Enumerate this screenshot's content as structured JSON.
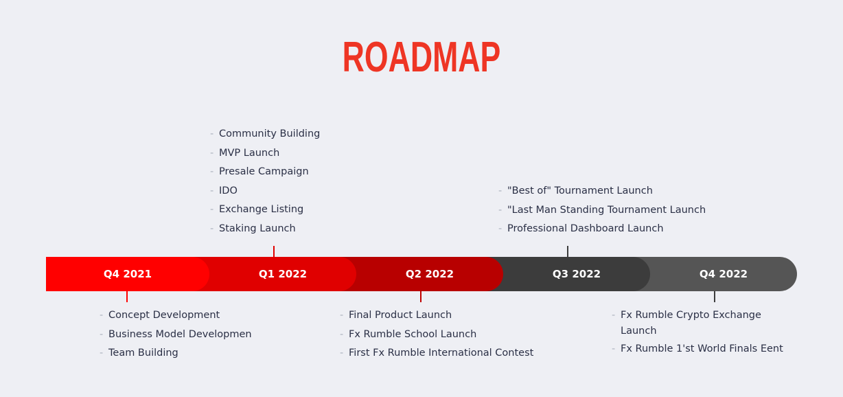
{
  "title": "ROADMAP",
  "colors": {
    "title": "#ee3524",
    "q4_2021": "#ff0000",
    "q1_2022": "#e00000",
    "q2_2022": "#b80000",
    "q3_2022": "#3c3c3c",
    "q4_2022": "#555555",
    "text": "#2a2f45",
    "background": "#eeeff4"
  },
  "phases": [
    {
      "label": "Q4 2021",
      "items": [
        "Concept Development",
        "Business Model Developmen",
        "Team Building"
      ]
    },
    {
      "label": "Q1 2022",
      "items": [
        "Community Building",
        "MVP Launch",
        "Presale Campaign",
        "IDO",
        "Exchange Listing",
        "Staking Launch"
      ]
    },
    {
      "label": "Q2 2022",
      "items": [
        "Final Product Launch",
        "Fx Rumble School Launch",
        "First Fx Rumble International Contest"
      ]
    },
    {
      "label": "Q3 2022",
      "items": [
        "\"Best of\" Tournament Launch",
        "\"Last Man Standing Tournament Launch",
        "Professional Dashboard Launch"
      ]
    },
    {
      "label": "Q4 2022",
      "items": [
        "Fx Rumble Crypto Exchange Launch",
        "Fx Rumble 1'st World Finals Eent"
      ]
    }
  ]
}
